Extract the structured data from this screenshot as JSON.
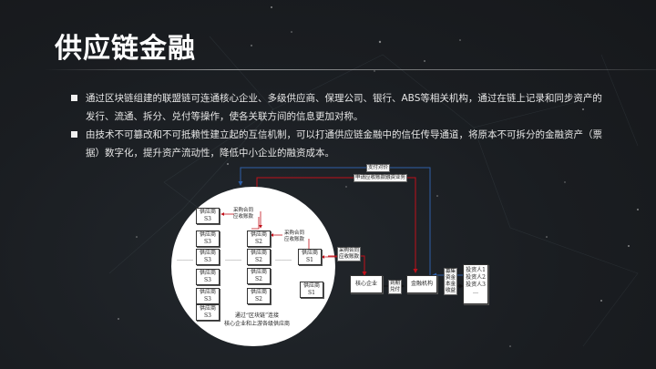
{
  "slide": {
    "title": "供应链金融",
    "bullets": [
      "通过区块链组建的联盟链可连通核心企业、多级供应商、保理公司、银行、ABS等相关机构，通过在链上记录和同步资产的发行、流通、拆分、兑付等操作，使各关联方间的信息更加对称。",
      "由技术不可篡改和不可抵赖性建立起的互信机制，可以打通供应链金融中的信任传导通道，将原本不可拆分的金融资产（票据）数字化，提升资产流动性，降低中小企业的融资成本。"
    ]
  },
  "diagram": {
    "supplier_label": "供应商",
    "tiers": {
      "s1": "S1",
      "s2": "S2",
      "s3": "S3"
    },
    "edge_labels": {
      "contract_1": "采购合同",
      "receivable_1": "应收账款",
      "contract_2": "采购合同",
      "receivable_2": "应收账款",
      "contract_3": "采购合同",
      "receivable_3": "应收账款",
      "pay_consideration": "支付对价",
      "apply_financing": "申请应收账款融资业务",
      "due_payment_1": "到期",
      "due_payment_2": "兑付",
      "raise_1": "募集",
      "raise_2": "资金",
      "raise_3": "本金",
      "raise_4": "收益"
    },
    "core_enterprise": "核心企业",
    "financial_institution": "金融机构",
    "investors": [
      "投资人1",
      "投资人2",
      "投资人3",
      "…"
    ],
    "caption_line1": "通过“区块链”连接",
    "caption_line2": "核心企业和上游各级供应商",
    "ellipsis": "………",
    "colors": {
      "red_flow": "#c0101a",
      "blue_flow": "#2f5fa8"
    }
  }
}
